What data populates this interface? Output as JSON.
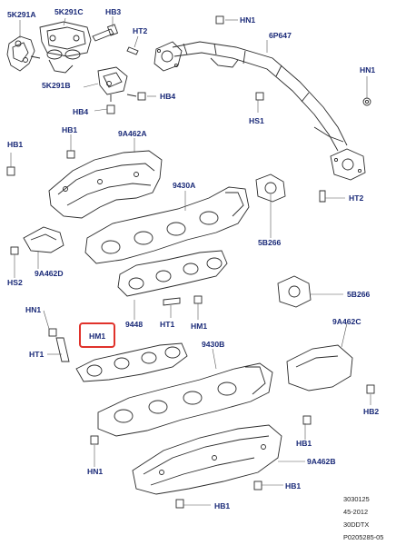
{
  "colors": {
    "label": "#1a2a78",
    "line": "#2b2b2b",
    "leader": "#555555",
    "highlight": "#e0322b"
  },
  "labels": {
    "p5K291A": "5K291A",
    "p5K291C": "5K291C",
    "hb3": "HB3",
    "hn1_top": "HN1",
    "ht2_top": "HT2",
    "p6P647": "6P647",
    "hn1_right": "HN1",
    "p5K291B": "5K291B",
    "hb4_mid": "HB4",
    "hb4_left": "HB4",
    "hs1": "HS1",
    "hb1_left": "HB1",
    "hb1_upper": "HB1",
    "p9A462A": "9A462A",
    "p9430A": "9430A",
    "ht2_mid": "HT2",
    "p5B266_upper": "5B266",
    "hs2": "HS2",
    "p9A462D": "9A462D",
    "p5B266_lower": "5B266",
    "hn1_midleft": "HN1",
    "p9448": "9448",
    "hm1_highlight": "HM1",
    "ht1_mid": "HT1",
    "hm1_mid": "HM1",
    "p9A462C": "9A462C",
    "ht1_left": "HT1",
    "p9430B": "9430B",
    "hb2": "HB2",
    "hb1_lowmid": "HB1",
    "hn1_bottom": "HN1",
    "p9A462B": "9A462B",
    "hb1_lowright": "HB1",
    "hb1_bottom": "HB1"
  },
  "code_block": {
    "line1": "3030125",
    "line2": "45-2012",
    "line3": "30DDTX",
    "line4": "P0205285-05"
  }
}
